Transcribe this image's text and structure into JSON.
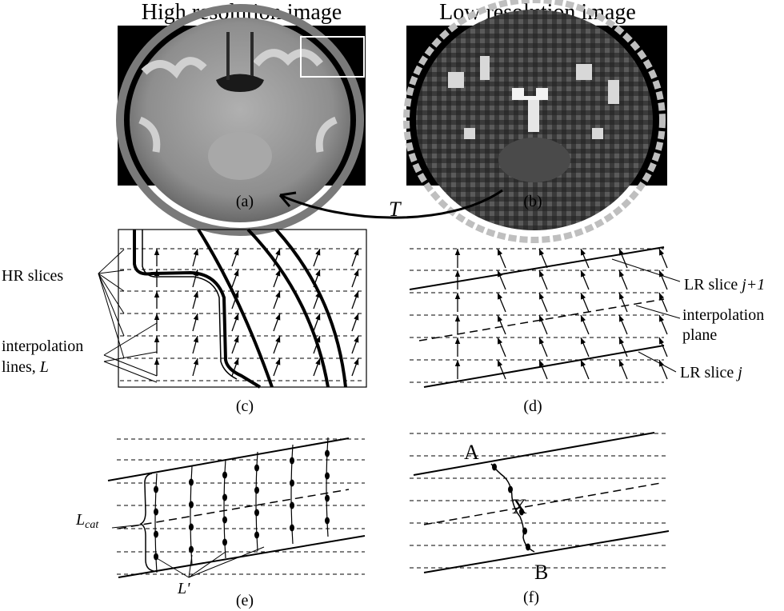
{
  "titles": {
    "hr": "High resolution image",
    "lr": "Low resolution image"
  },
  "panel_labels": {
    "a": "(a)",
    "b": "(b)",
    "c": "(c)",
    "d": "(d)",
    "e": "(e)",
    "f": "(f)"
  },
  "transform": {
    "label": "T"
  },
  "panel_c": {
    "hr_slices": "HR slices",
    "interp_line1": "interpolation",
    "interp_line2": "lines, ",
    "interp_L": "L"
  },
  "panel_d": {
    "lr_slice_next_prefix": "LR slice ",
    "lr_slice_next_j": "j",
    "lr_slice_next_suffix": "+1",
    "interp_plane1": "interpolation",
    "interp_plane2": "plane",
    "lr_slice_prefix": "LR slice ",
    "lr_slice_j": "j"
  },
  "panel_e": {
    "lcat_L": "L",
    "lcat_sub": "cat",
    "lprime": "L'"
  },
  "panel_f": {
    "point_a": "A",
    "point_x": "X",
    "point_b": "B"
  },
  "colors": {
    "ink": "#000000",
    "mri_background": "#000000",
    "mri_tissue": "#9a9a9a"
  }
}
